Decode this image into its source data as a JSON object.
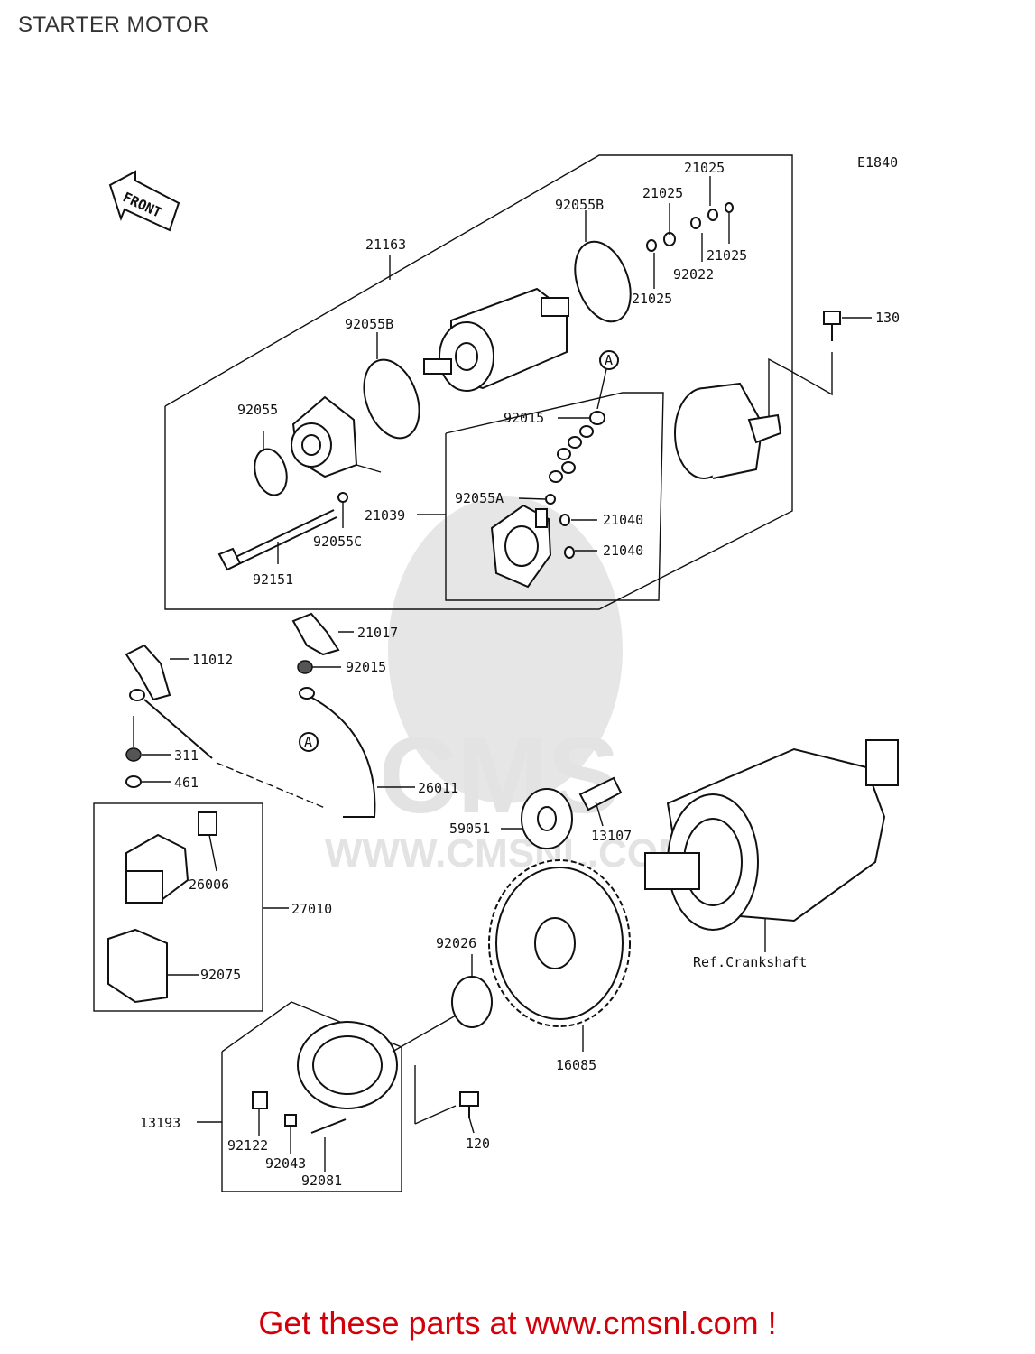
{
  "page": {
    "title": "STARTER MOTOR",
    "footer": "Get these parts at www.cmsnl.com !"
  },
  "diagram": {
    "code": "E1840",
    "front_arrow": "FRONT",
    "watermark": {
      "brand": "CMS",
      "url": "WWW.CMSNL.COM"
    },
    "callouts": [
      "21025",
      "21025",
      "92055B",
      "21025",
      "92022",
      "21025",
      "21163",
      "92055B",
      "130",
      "A",
      "92055",
      "92015",
      "92055A",
      "21039",
      "21040",
      "21040",
      "92055C",
      "92151",
      "21017",
      "11012",
      "92015",
      "A",
      "311",
      "461",
      "26011",
      "59051",
      "13107",
      "26006",
      "27010",
      "92075",
      "92026",
      "Ref.Crankshaft",
      "16085",
      "13193",
      "92122",
      "92043",
      "120",
      "92081"
    ]
  },
  "colors": {
    "footer": "#d3000a",
    "ink": "#111111",
    "watermark": "#e6e6e6"
  }
}
